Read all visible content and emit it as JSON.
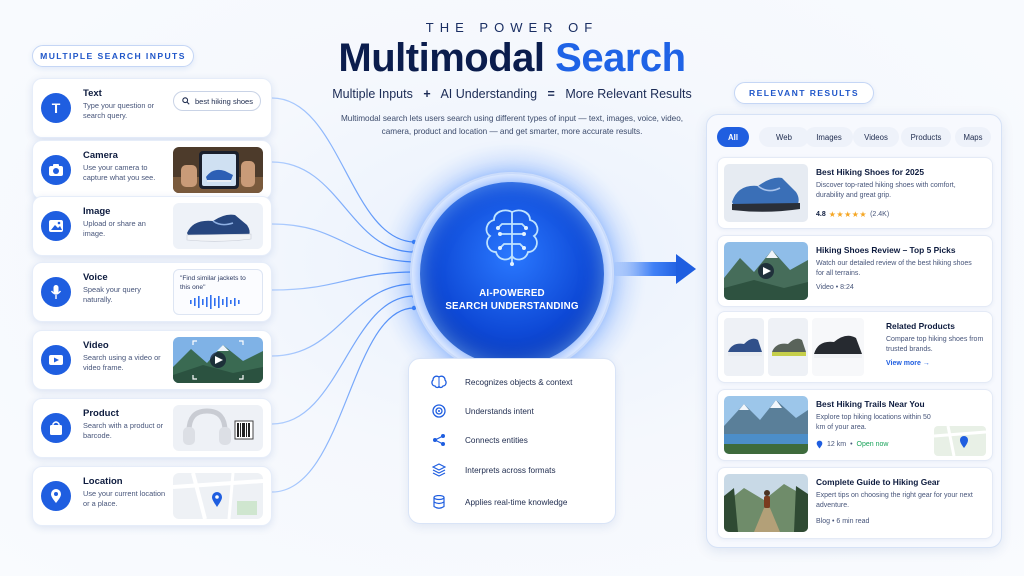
{
  "header": {
    "kicker": "THE POWER OF",
    "title_main": "Multimodal",
    "title_highlight": "Search",
    "equation": {
      "part1": "Multiple Inputs",
      "op1": "+",
      "part2": "AI Understanding",
      "op2": "=",
      "part3": "More Relevant Results"
    },
    "description": "Multimodal search lets users search using different types of input — text, images, voice, video, camera, product and location — and get smarter, more accurate results."
  },
  "inputs": {
    "section_label": "MULTIPLE SEARCH INPUTS",
    "cards": [
      {
        "title": "Text",
        "desc": "Type your question or search query.",
        "icon": "text-icon",
        "query": "best hiking shoes"
      },
      {
        "title": "Camera",
        "desc": "Use your camera to capture what you see.",
        "icon": "camera-icon"
      },
      {
        "title": "Image",
        "desc": "Upload or share an image.",
        "icon": "image-icon"
      },
      {
        "title": "Voice",
        "desc": "Speak your query naturally.",
        "icon": "microphone-icon",
        "quote": "\"Find similar jackets to this one\""
      },
      {
        "title": "Video",
        "desc": "Search using a video or video frame.",
        "icon": "video-icon"
      },
      {
        "title": "Product",
        "desc": "Search with a product or barcode.",
        "icon": "shopping-bag-icon"
      },
      {
        "title": "Location",
        "desc": "Use your current location or a place.",
        "icon": "location-pin-icon"
      }
    ]
  },
  "hub": {
    "line1": "AI-POWERED",
    "line2": "SEARCH UNDERSTANDING",
    "icon": "brain-circuit-icon"
  },
  "features": [
    {
      "label": "Recognizes objects & context",
      "icon": "brain-icon"
    },
    {
      "label": "Understands intent",
      "icon": "target-icon"
    },
    {
      "label": "Connects entities",
      "icon": "share-nodes-icon"
    },
    {
      "label": "Interprets across formats",
      "icon": "layers-icon"
    },
    {
      "label": "Applies real-time knowledge",
      "icon": "database-icon"
    }
  ],
  "results": {
    "section_label": "RELEVANT RESULTS",
    "tabs": [
      "All",
      "Web",
      "Images",
      "Videos",
      "Products",
      "Maps"
    ],
    "active_tab": "All",
    "cards": [
      {
        "title": "Best Hiking Shoes for 2025",
        "desc": "Discover top-rated hiking shoes with comfort, durability and great grip.",
        "rating": "4.8",
        "stars": "★★★★★",
        "reviews": "(2.4K)"
      },
      {
        "title": "Hiking Shoes Review – Top 5 Picks",
        "desc": "Watch our detailed review of the best hiking shoes for all terrains.",
        "meta": "Video • 8:24"
      },
      {
        "title": "Related Products",
        "desc": "Compare top hiking shoes from trusted brands.",
        "link": "View more →"
      },
      {
        "title": "Best Hiking Trails Near You",
        "desc": "Explore top hiking locations within 50 km of your area.",
        "distance": "12 km",
        "status": "Open now"
      },
      {
        "title": "Complete Guide to Hiking Gear",
        "desc": "Expert tips on choosing the right gear for your next adventure.",
        "meta": "Blog • 6 min read"
      }
    ]
  },
  "colors": {
    "accent": "#1f5ee0",
    "title_highlight": "#1f63e6",
    "navy": "#0b1d4d",
    "open_now": "#19a35a",
    "star": "#f5a623"
  }
}
